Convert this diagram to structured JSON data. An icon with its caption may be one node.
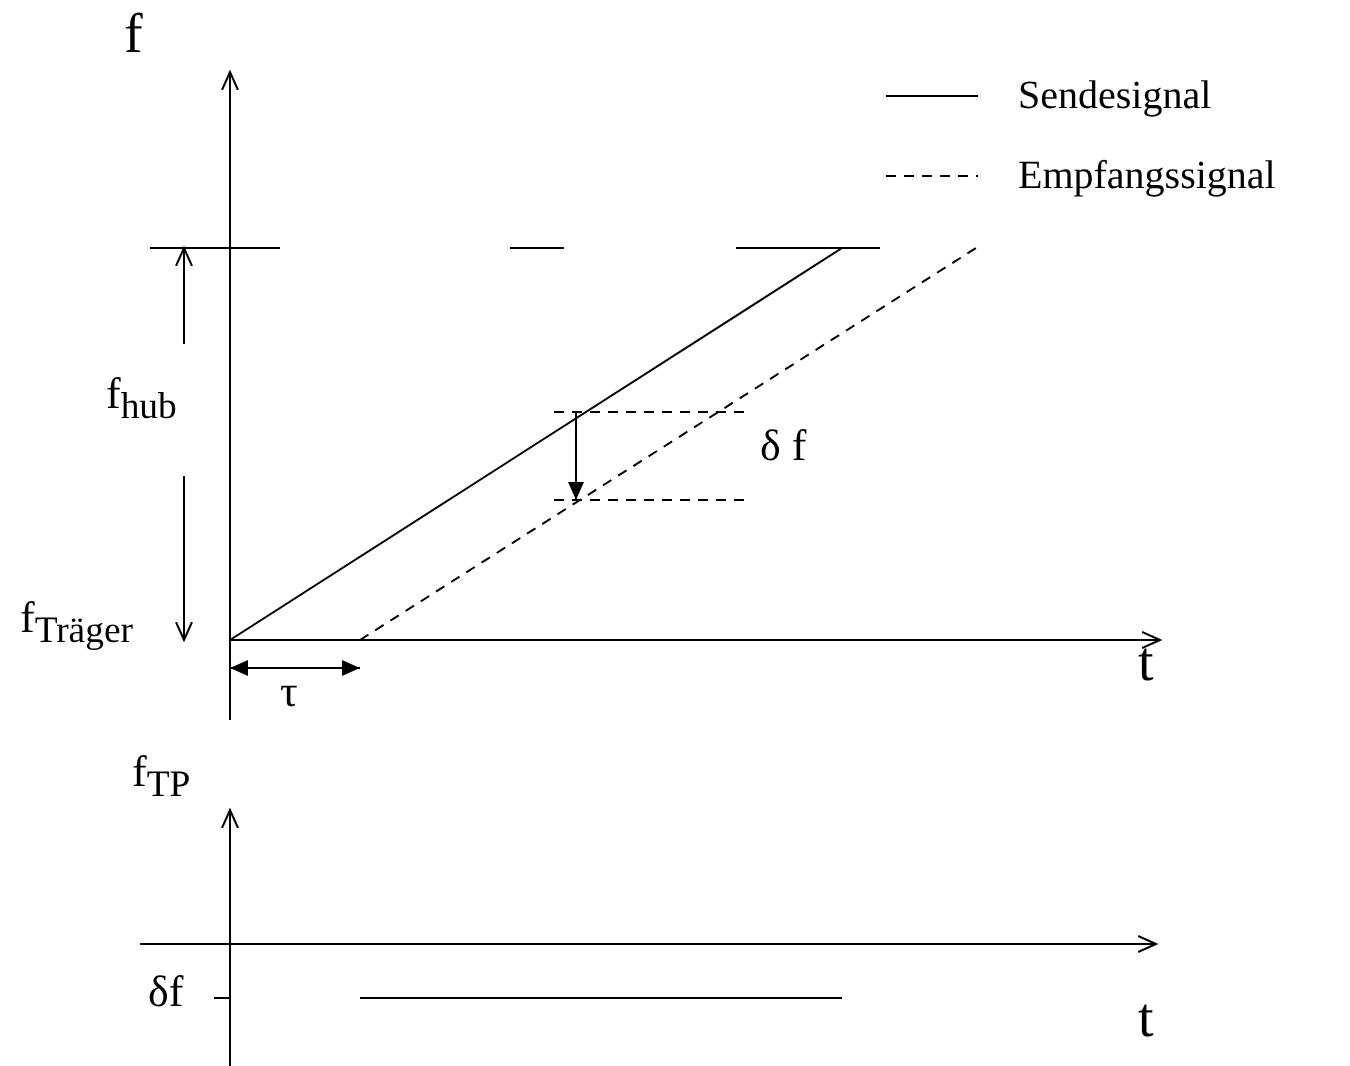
{
  "diagram": {
    "labels": [
      "f",
      "f$_{hub}$",
      "f$_{Träger}$",
      "τ",
      "δ f",
      "t",
      "f$_{TP}$",
      "δf",
      "t"
    ],
    "legend": [
      {
        "text": "Sendesignal"
      },
      {
        "text": "Empfangssignal"
      }
    ]
  }
}
